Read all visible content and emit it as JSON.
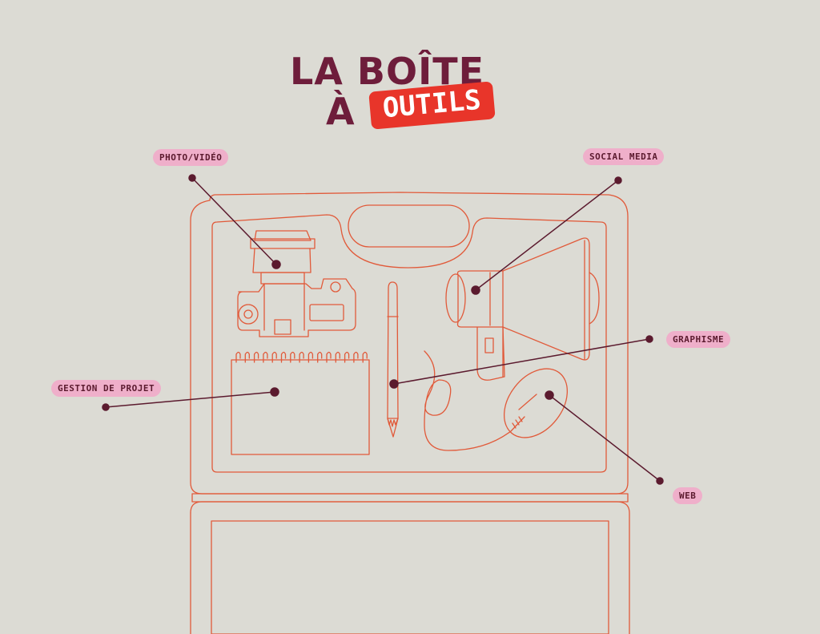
{
  "title": {
    "line1": "LA BOÎTE",
    "line2": "À",
    "badge": "OUTILS"
  },
  "labels": {
    "photo": "PHOTO/VIDÉO",
    "social": "SOCIAL MEDIA",
    "graphisme": "GRAPHISME",
    "gestion": "GESTION DE PROJET",
    "web": "WEB"
  },
  "colors": {
    "background": "#dcdbd4",
    "title": "#6e1d3b",
    "badge": "#e8352a",
    "label_bg": "#efafca",
    "outline": "#e15a3a",
    "connector": "#5b1a2e"
  },
  "icons": [
    "toolbox-icon",
    "camera-icon",
    "notebook-icon",
    "pencil-icon",
    "megaphone-icon",
    "mouse-icon"
  ]
}
